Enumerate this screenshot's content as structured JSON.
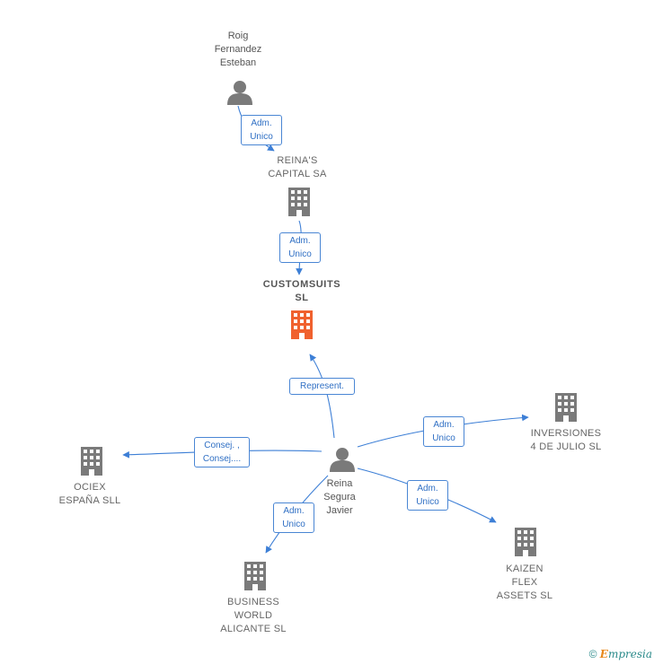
{
  "nodes": {
    "roig": {
      "label": "Roig\nFernandez\nEsteban",
      "type": "person"
    },
    "reinas_capital": {
      "label": "REINA'S\nCAPITAL SA",
      "type": "company"
    },
    "customsuits": {
      "label": "CUSTOMSUITS\nSL",
      "type": "company-focus"
    },
    "reina_segura": {
      "label": "Reina\nSegura\nJavier",
      "type": "person"
    },
    "inversiones": {
      "label": "INVERSIONES\n4 DE JULIO  SL",
      "type": "company"
    },
    "ociex": {
      "label": "OCIEX\nESPAÑA  SLL",
      "type": "company"
    },
    "kaizen": {
      "label": "KAIZEN\nFLEX\nASSETS  SL",
      "type": "company"
    },
    "business_world": {
      "label": "BUSINESS\nWORLD\nALICANTE  SL",
      "type": "company"
    }
  },
  "edges": {
    "roig_to_reinas": "Adm.\nUnico",
    "reinas_to_customsuits": "Adm.\nUnico",
    "reina_to_customsuits": "Represent.",
    "reina_to_inversiones": "Adm.\nUnico",
    "reina_to_ociex": "Consej. ,\nConsej....",
    "reina_to_kaizen": "Adm.\nUnico",
    "reina_to_business": "Adm.\nUnico"
  },
  "colors": {
    "edge": "#3d7fd6",
    "company_icon": "#7a7a7a",
    "focus_icon": "#f0612e",
    "person_icon": "#7a7a7a"
  },
  "footer": {
    "copyright": "©",
    "brand_initial": "E",
    "brand_rest": "mpresia"
  }
}
